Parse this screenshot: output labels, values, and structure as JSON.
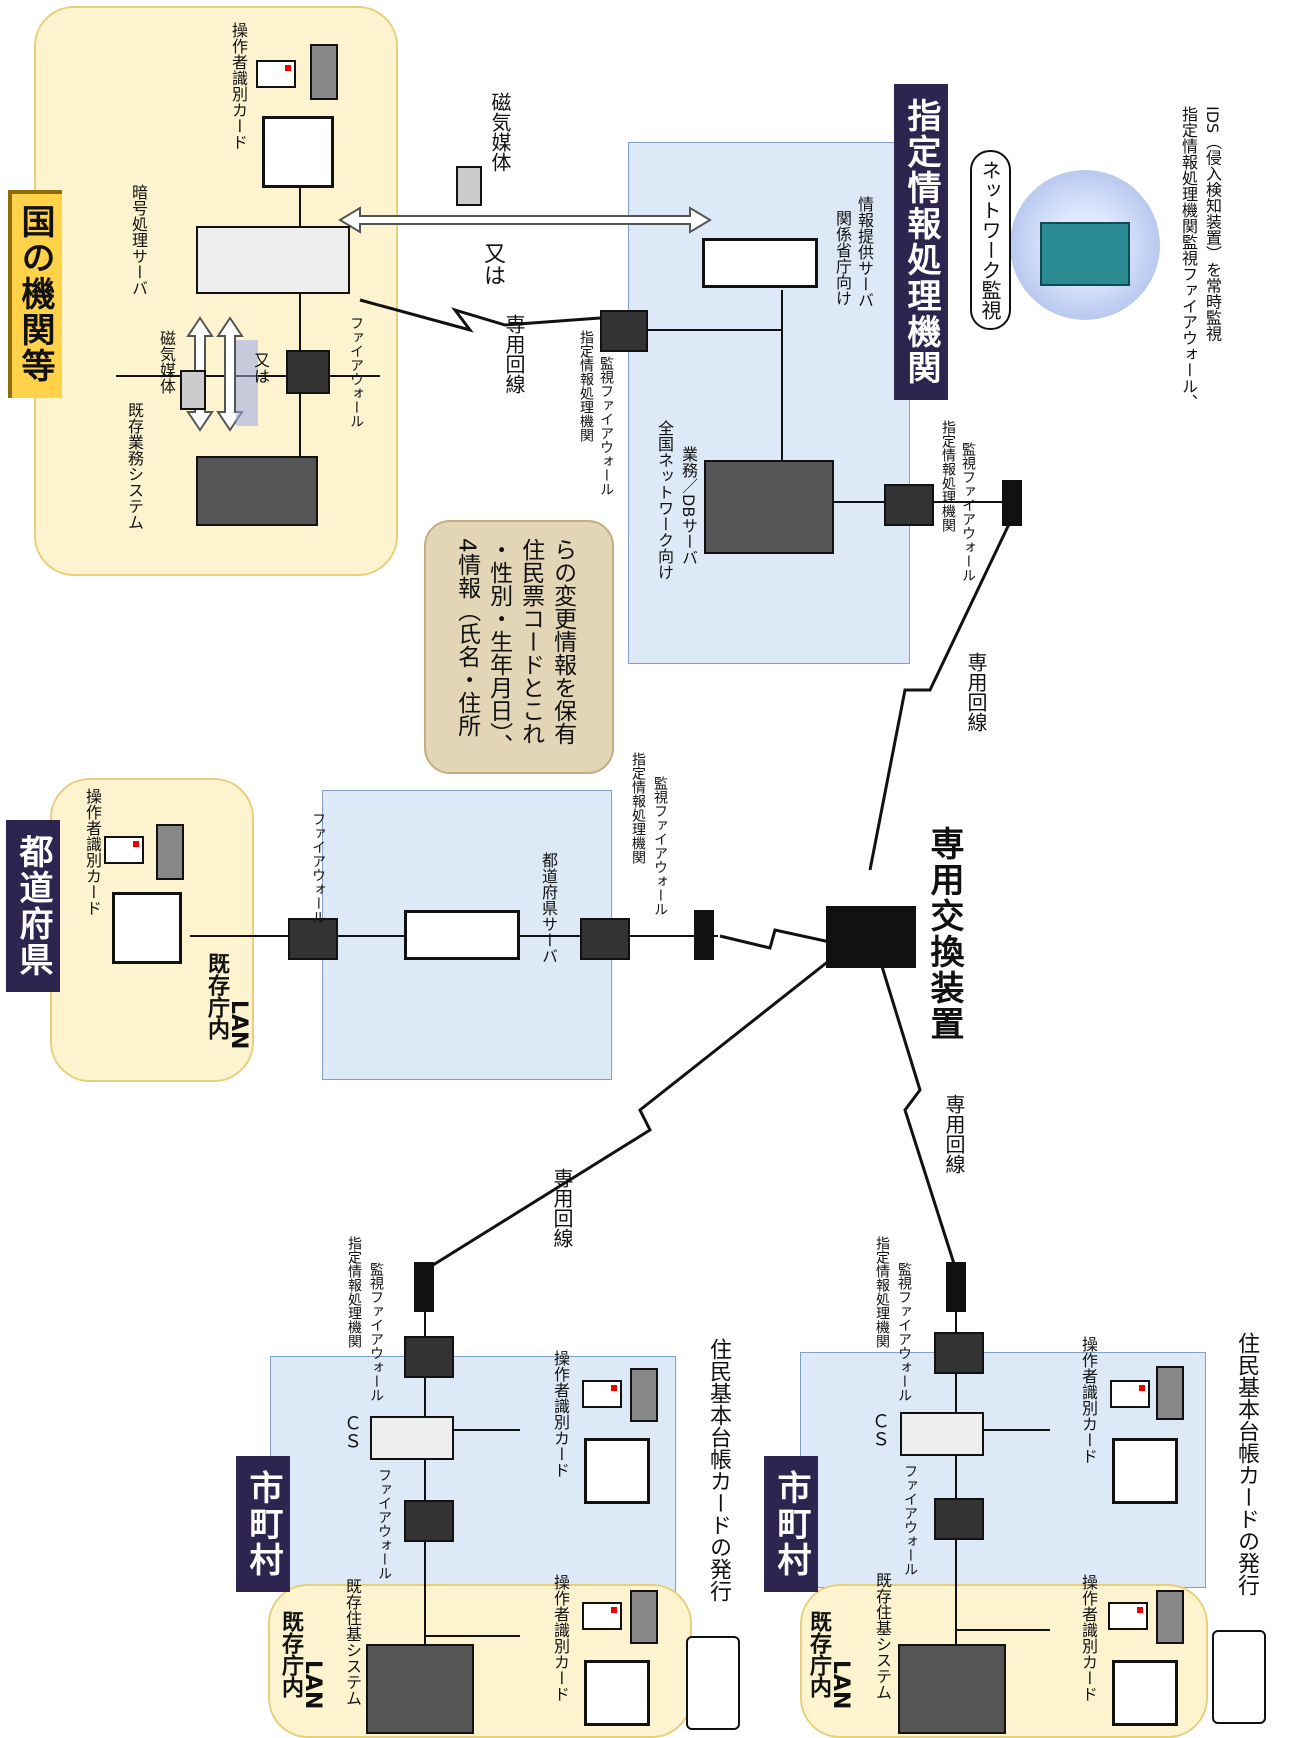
{
  "zones": {
    "national": {
      "title": "国の機関等",
      "legacy_system": "既存業務システム",
      "magnetic_media": "磁気媒体",
      "or": "又は",
      "firewall": "ファイアウォール",
      "crypto_server": "暗号処理サーバ",
      "operator_card": "操作者識別カード"
    },
    "center": {
      "title": "指定情報処理機関",
      "magnetic_media": "磁気媒体",
      "or": "又は",
      "dedicated_line": "専用回線",
      "info_server": [
        "関係省庁向け",
        "情報提供サーバ"
      ],
      "monitor_firewall_top": [
        "指定情報処理機関",
        "監視ファイアウォール"
      ],
      "db_server": [
        "全国ネットワーク向け",
        "業務／DBサーバ"
      ],
      "monitor_firewall_bottom": [
        "指定情報処理機関",
        "監視ファイアウォール"
      ],
      "network_monitoring": "ネットワーク監視",
      "ids_note": [
        "指定情報処理機関監視ファイアウォール、",
        "IDS（侵入検知装置）を常時監視"
      ]
    },
    "callout": [
      "4情報（氏名・住所",
      "・性別・生年月日）、",
      "住民票コードとこれ",
      "らの変更情報を保有"
    ],
    "prefecture": {
      "title": "都道府県",
      "operator_card": "操作者識別カード",
      "lan": [
        "既存庁内",
        "LAN"
      ],
      "firewall": "ファイアウォール",
      "server": "都道府県サーバ",
      "monitor_firewall": [
        "指定情報処理機関",
        "監視ファイアウォール"
      ]
    },
    "exchange": {
      "title": "専用交換装置",
      "dedicated_line_center": "専用回線"
    },
    "municipality": [
      {
        "title": "市町村",
        "dedicated_line": "専用回線",
        "monitor_firewall": [
          "指定情報処理機関",
          "監視ファイアウォール"
        ],
        "cs": "ＣＳ",
        "operator_card_1": "操作者識別カード",
        "firewall": "ファイアウォール",
        "lan": [
          "既存庁内",
          "LAN"
        ],
        "legacy": "既存住基システム",
        "operator_card_2": "操作者識別カード",
        "issue": "住民基本台帳カードの発行"
      },
      {
        "title": "市町村",
        "dedicated_line": "専用回線",
        "monitor_firewall": [
          "指定情報処理機関",
          "監視ファイアウォール"
        ],
        "cs": "ＣＳ",
        "operator_card_1": "操作者識別カード",
        "firewall": "ファイアウォール",
        "lan": [
          "既存庁内",
          "LAN"
        ],
        "legacy": "既存住基システム",
        "operator_card_2": "操作者識別カード",
        "issue": "住民基本台帳カードの発行"
      }
    ]
  }
}
